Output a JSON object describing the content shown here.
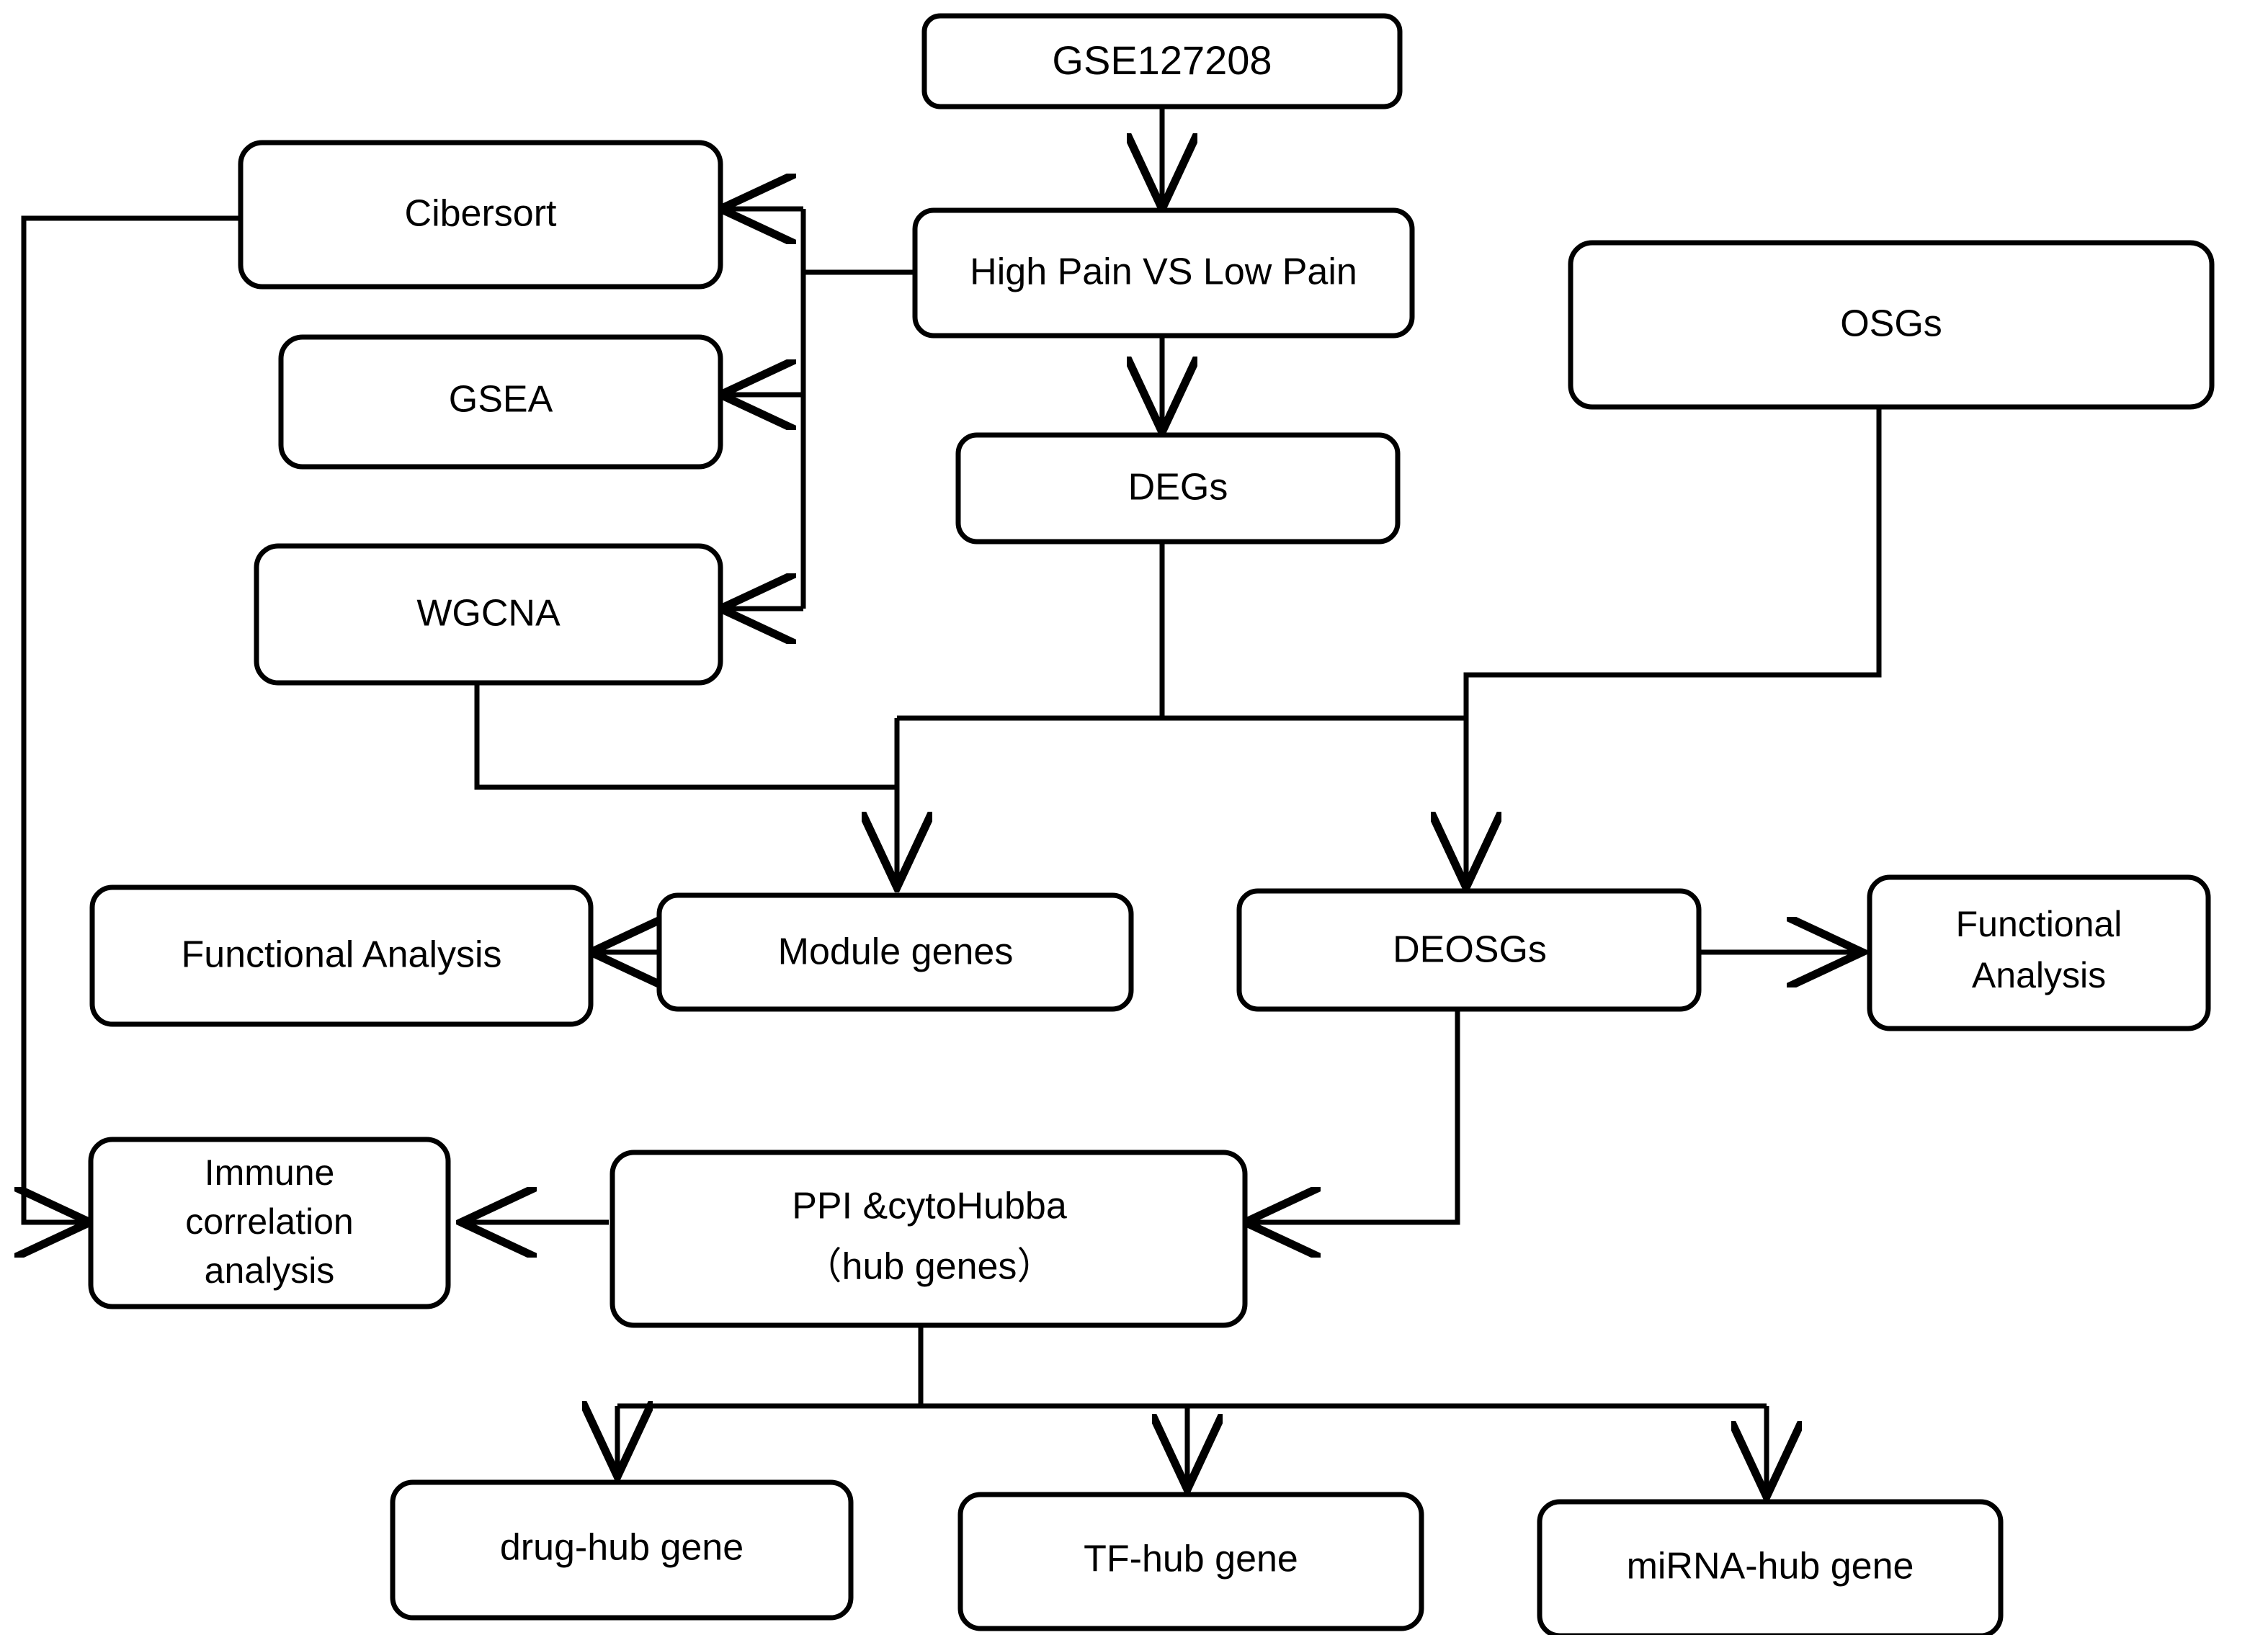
{
  "diagram": {
    "title": "Study workflow flowchart",
    "type": "flowchart",
    "background_color": "#ffffff",
    "line_color": "#000000",
    "box_fill": "#ffffff"
  },
  "nodes": {
    "dataset": {
      "label": "GSE127208"
    },
    "comparison": {
      "label": "High Pain VS Low Pain"
    },
    "degs": {
      "label": "DEGs"
    },
    "osgs": {
      "label": "OSGs"
    },
    "cibersort": {
      "label": "Cibersort"
    },
    "gsea": {
      "label": "GSEA"
    },
    "wgcna": {
      "label": "WGCNA"
    },
    "functional_analysis_left": {
      "label": "Functional Analysis"
    },
    "module_genes": {
      "label": "Module genes"
    },
    "deosgs": {
      "label": "DEOSGs"
    },
    "functional_analysis_right": {
      "line1": "Functional",
      "line2": "Analysis"
    },
    "immune_correlation": {
      "line1": "Immune",
      "line2": "correlation",
      "line3": "analysis"
    },
    "ppi_cytohubba": {
      "line1": "PPI &cytoHubba",
      "line2": "（hub genes）"
    },
    "drug_hub_gene": {
      "label": "drug-hub gene"
    },
    "tf_hub_gene": {
      "label": "TF-hub gene"
    },
    "mirna_hub_gene": {
      "label": "miRNA-hub gene"
    }
  },
  "edges": [
    {
      "from": "dataset",
      "to": "comparison",
      "arrow": true
    },
    {
      "from": "comparison",
      "to": "degs",
      "arrow": true
    },
    {
      "from": "comparison",
      "to": "cibersort",
      "arrow": true
    },
    {
      "from": "comparison",
      "to": "gsea",
      "arrow": true
    },
    {
      "from": "comparison",
      "to": "wgcna",
      "arrow": true
    },
    {
      "from": "wgcna",
      "to": "module_genes",
      "arrow": true
    },
    {
      "from": "degs",
      "to": "module_genes",
      "arrow": true
    },
    {
      "from": "degs",
      "to": "deosgs",
      "arrow": true
    },
    {
      "from": "osgs",
      "to": "deosgs",
      "arrow": true
    },
    {
      "from": "module_genes",
      "to": "functional_analysis_left",
      "arrow": true
    },
    {
      "from": "deosgs",
      "to": "functional_analysis_right",
      "arrow": true
    },
    {
      "from": "deosgs",
      "to": "ppi_cytohubba",
      "arrow": true
    },
    {
      "from": "ppi_cytohubba",
      "to": "immune_correlation",
      "arrow": true
    },
    {
      "from": "cibersort",
      "to": "immune_correlation",
      "arrow": true
    },
    {
      "from": "ppi_cytohubba",
      "to": "drug_hub_gene",
      "arrow": true
    },
    {
      "from": "ppi_cytohubba",
      "to": "tf_hub_gene",
      "arrow": true
    },
    {
      "from": "ppi_cytohubba",
      "to": "mirna_hub_gene",
      "arrow": true
    }
  ]
}
